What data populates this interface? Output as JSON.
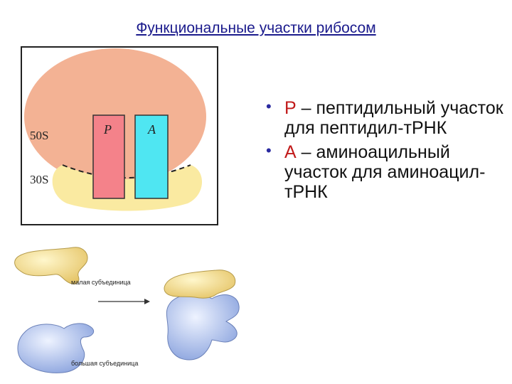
{
  "title": "Функциональные участки рибосом",
  "diagram": {
    "label_50s": "50S",
    "label_30s": "30S",
    "site_p": "P",
    "site_a": "A",
    "colors": {
      "large_subunit": "#f3b294",
      "small_subunit": "#faeaa1",
      "p_site": "#f4828a",
      "a_site": "#4fe6f2",
      "frame": "#222222"
    }
  },
  "assembly": {
    "small_label": "малая субъединица",
    "large_label": "большая субъединица"
  },
  "bullets": [
    {
      "letter": "Р",
      "rest": " – пептидильный участок для пептидил-тРНК"
    },
    {
      "letter": "А",
      "rest": " – аминоацильный участок для аминоацил-тРНК"
    }
  ]
}
